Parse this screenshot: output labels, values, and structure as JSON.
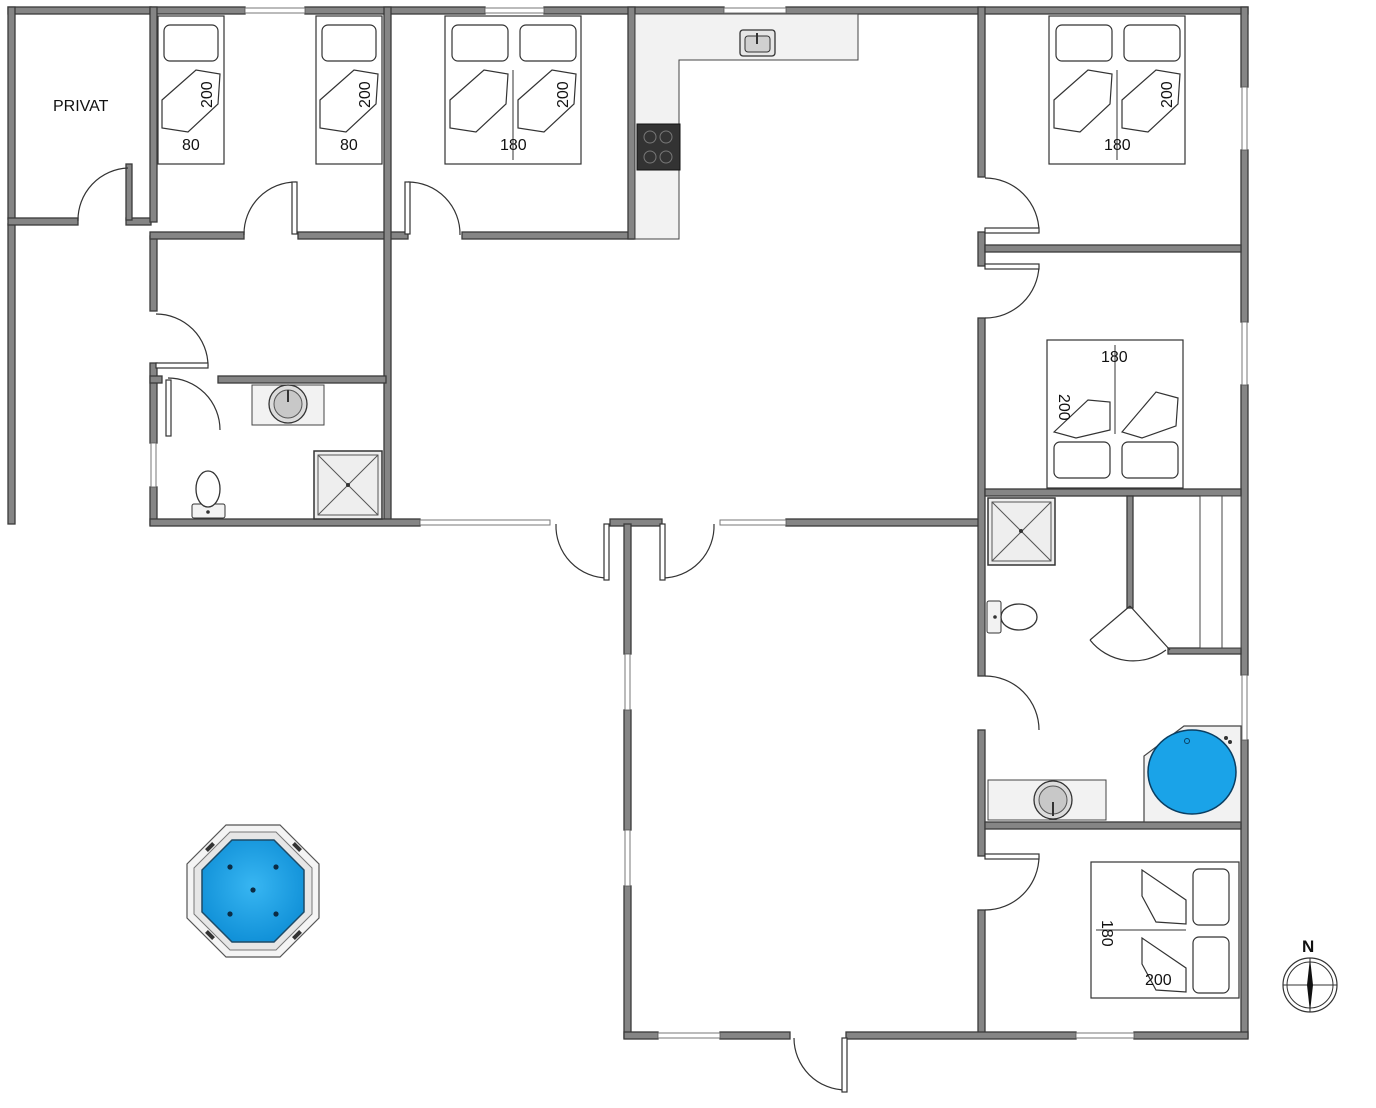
{
  "rooms": {
    "privat_label": "PRIVAT"
  },
  "beds": [
    {
      "id": "bed-1",
      "width_label": "80",
      "length_label": "200"
    },
    {
      "id": "bed-2",
      "width_label": "80",
      "length_label": "200"
    },
    {
      "id": "bed-3",
      "width_label": "180",
      "length_label": "200"
    },
    {
      "id": "bed-4",
      "width_label": "180",
      "length_label": "200"
    },
    {
      "id": "bed-5",
      "width_label": "180",
      "length_label": "200"
    },
    {
      "id": "bed-6",
      "width_label": "180",
      "length_label": "200"
    }
  ],
  "compass": {
    "label": "N"
  },
  "colors": {
    "wall": "#858585",
    "water": "#1aa3e8",
    "counter": "#f2f2f2",
    "stove": "#333333"
  },
  "icons": [
    "sink-icon",
    "stove-icon",
    "toilet-icon",
    "shower-icon",
    "spa-bath-icon",
    "hot-tub-icon",
    "compass-icon"
  ]
}
